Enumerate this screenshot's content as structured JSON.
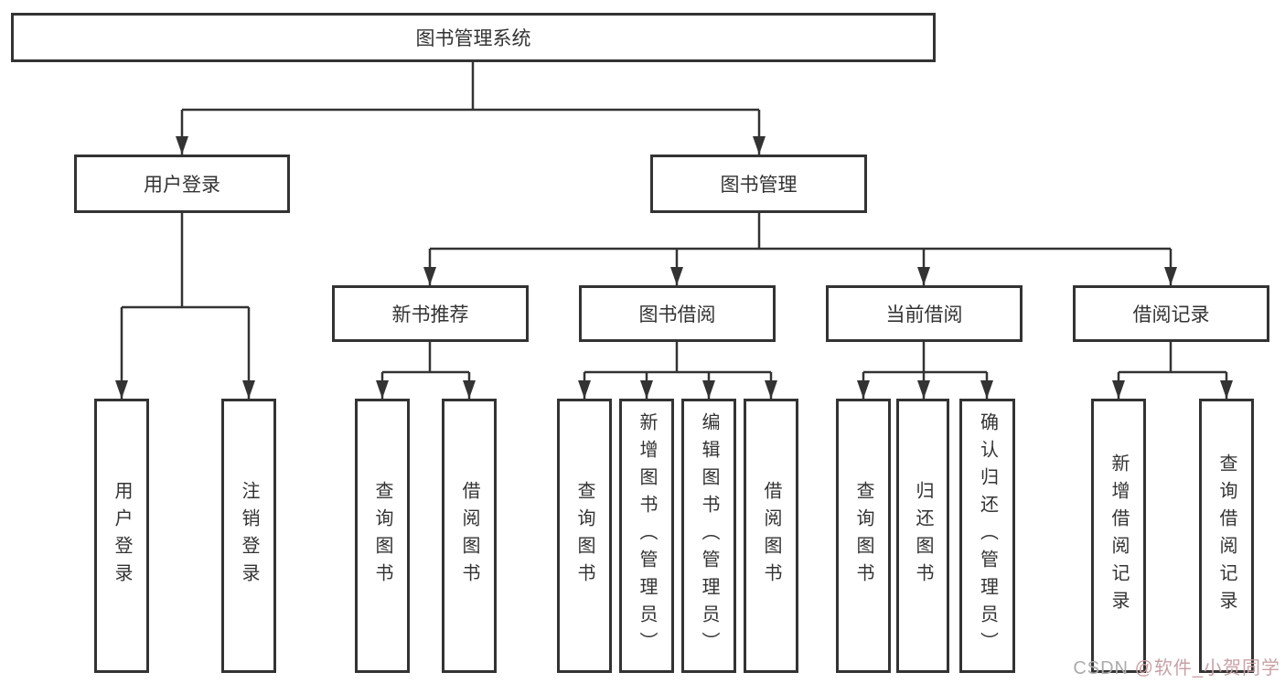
{
  "diagram": {
    "type": "hierarchy-tree",
    "root": {
      "label": "图书管理系统",
      "children": [
        {
          "label": "用户登录",
          "children": [
            {
              "label": "用户登录"
            },
            {
              "label": "注销登录"
            }
          ]
        },
        {
          "label": "图书管理",
          "children": [
            {
              "label": "新书推荐",
              "children": [
                {
                  "label": "查询图书"
                },
                {
                  "label": "借阅图书"
                }
              ]
            },
            {
              "label": "图书借阅",
              "children": [
                {
                  "label": "查询图书"
                },
                {
                  "label": "新增图书（管理员）"
                },
                {
                  "label": "编辑图书（管理员）"
                },
                {
                  "label": "借阅图书"
                }
              ]
            },
            {
              "label": "当前借阅",
              "children": [
                {
                  "label": "查询图书"
                },
                {
                  "label": "归还图书"
                },
                {
                  "label": "确认归还（管理员）"
                }
              ]
            },
            {
              "label": "借阅记录",
              "children": [
                {
                  "label": "新增借阅记录"
                },
                {
                  "label": "查询借阅记录"
                }
              ]
            }
          ]
        }
      ]
    },
    "colors": {
      "line": "#333333",
      "box_border": "#333333",
      "text": "#333333",
      "background": "#ffffff"
    }
  },
  "watermark": {
    "brand": "CSDN",
    "handle": "@软件_小贺同学",
    "brand_color": "#ababab",
    "handle_color": "#c9a0a4"
  }
}
